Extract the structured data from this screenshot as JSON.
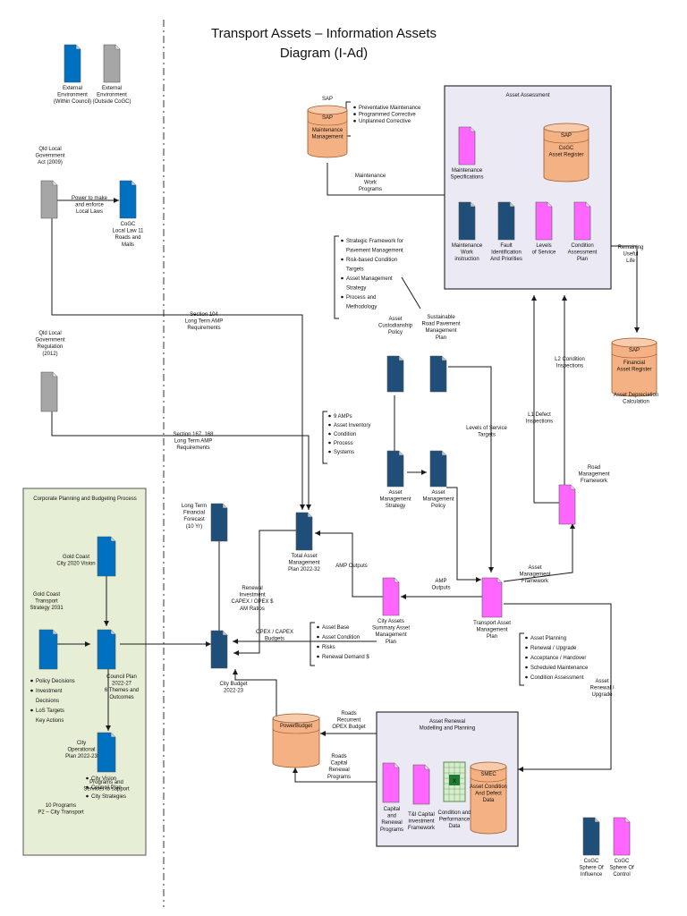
{
  "title": {
    "line1": "Transport Assets – Information Assets",
    "line2": "Diagram (I-Ad)"
  },
  "colors": {
    "blue": "#0070c0",
    "grey": "#a6a6a6",
    "pink": "#ff66ff",
    "navy": "#1f4e79",
    "orange": "#f4b183",
    "panel": "#ebe9f3",
    "green": "#e6efd6"
  },
  "panels": {
    "asset_assessment": "Asset Assessment",
    "corporate": "Corporate Planning and Budgeting Process",
    "asset_renewal": [
      "Asset Renewal",
      "Modelling and Planning"
    ]
  },
  "databases": {
    "sap_maint": {
      "head": "SAP",
      "body": [
        "Maintenance",
        "Management"
      ]
    },
    "sap_register": {
      "head": "SAP",
      "body": [
        "CoGC",
        "Asset Register"
      ]
    },
    "sap_financial": {
      "head": "SAP",
      "body": [
        "Financial",
        "Asset Register"
      ]
    },
    "powerbudget": {
      "head": "PowerBudget",
      "body": []
    },
    "smec": {
      "head": "SMEC",
      "body": [
        "Asset Condition",
        "And Defect",
        "Data"
      ]
    }
  },
  "documents": {
    "ext_within": [
      "External",
      "Environment",
      "(Within Council)"
    ],
    "ext_outside": [
      "External",
      "Environment",
      "(Outside CoGC)"
    ],
    "qld_act": [
      "Qld Local",
      "Government",
      "Act (2009)"
    ],
    "local_law": [
      "CoGC",
      "Local Law 11",
      "Roads and",
      "Malls"
    ],
    "qld_reg": [
      "Qld Local",
      "Government",
      "Regulation",
      "(2012)"
    ],
    "maint_spec": [
      "Maintenance",
      "Specifications"
    ],
    "maint_work": [
      "Maintenance",
      "Work",
      "instruction"
    ],
    "fault_id": [
      "Fault",
      "Identification",
      "And Priorities"
    ],
    "los": [
      "Levels",
      "of Service"
    ],
    "cond_plan": [
      "Condition",
      "Assessment",
      "Plan"
    ],
    "custodianship": [
      "Asset",
      "Custodianship",
      "Policy"
    ],
    "sustainable": [
      "Sustainable",
      "Road Pavement",
      "Management",
      "Plan"
    ],
    "am_strategy": [
      "Asset",
      "Management",
      "Strategy"
    ],
    "am_policy": [
      "Asset",
      "Management",
      "Policy"
    ],
    "road_framework": [
      "Road",
      "Management",
      "Framework"
    ],
    "ltff": [
      "Long Term",
      "Financial",
      "Forecast",
      "(10 Yr)"
    ],
    "tamp": [
      "Total Asset",
      "Management",
      "Plan 2022-32"
    ],
    "city_assets": [
      "City Assets",
      "Summary Asset",
      "Management",
      "Plan"
    ],
    "transport_amp": [
      "Transport Asset",
      "Management",
      "Plan"
    ],
    "city_budget": [
      "City Budget",
      "2022-23"
    ],
    "city_vision": [
      "Gold Coast",
      "City 2020 Vision"
    ],
    "transport_strategy": [
      "Gold Coast",
      "Transport",
      "Strategy 2031"
    ],
    "council_plan": [
      "Council Plan",
      "2022-27",
      "6 Themes and",
      "Outcomes"
    ],
    "city_op": [
      "City",
      "Operational",
      "Plan 2022-23"
    ],
    "capital_renewal": [
      "Capital",
      "and",
      "Renewal",
      "Programs"
    ],
    "ti_capital": [
      "T&I Capital",
      "investment",
      "Framework"
    ],
    "cond_perf": [
      "Condition and",
      "Performance",
      "Data"
    ],
    "sphere_influence": [
      "CoGC",
      "Sphere Of",
      "Influence"
    ],
    "sphere_control": [
      "CoGC",
      "Sphere Of",
      "Control"
    ]
  },
  "bullets": {
    "maintenance": [
      "Preventative Maintenance",
      "Programmed Corrective",
      "Unplanned Corrective"
    ],
    "strategic": [
      "Strategic Framework for",
      "Pavement Management",
      "Risk-based Condition",
      "Targets",
      "Asset Management",
      "Strategy",
      "Process and",
      "Methodology"
    ],
    "amps": [
      "9 AMPs",
      "Asset Inventory",
      "Condition",
      "Process",
      "Systems"
    ],
    "asset_base": [
      "Asset Base",
      "Asset Condition",
      "Risks",
      "Renewal Demand $"
    ],
    "asset_planning": [
      "Asset Planning",
      "Renewal / Upgrade",
      "Acceptance / Handover",
      "Scheduled Maintenance",
      "Condition Assessment"
    ],
    "policy": [
      "Policy Decisions",
      "Investment",
      "Decisions",
      "LoS Targets",
      "Key Actions"
    ],
    "programs": [
      "City Vision",
      "Council Plan",
      "City Strategies"
    ]
  },
  "labels": {
    "power": [
      "Power to make",
      "and enforce",
      "Local Laws"
    ],
    "section104": [
      "Section 104",
      "Long Term AMP",
      "Requirements"
    ],
    "section167": [
      "Section 167, 168",
      "Long Term AMP",
      "Requirements"
    ],
    "maint_programs": [
      "Maintenance",
      "Work",
      "Programs"
    ],
    "remaining": [
      "Remaining",
      "Useful",
      "Life"
    ],
    "depreciation": [
      "Asset Depreciation",
      "Calculation"
    ],
    "l2": [
      "L2 Condition",
      "Inspections"
    ],
    "l1": [
      "L1 Defect",
      "Inspections"
    ],
    "los_targets": [
      "Levels of Service",
      "Targets"
    ],
    "amp_outputs1": [
      "AMP Outputs"
    ],
    "amp_outputs2": [
      "AMP",
      "Outputs"
    ],
    "amf": [
      "Asset",
      "Management",
      "Framework"
    ],
    "renewal_inv": [
      "Renewal",
      "Investment",
      "CAPEX / OPEX $",
      "AM Ratios"
    ],
    "opex_capex": [
      "OPEX / CAPEX",
      "Budgets"
    ],
    "asset_renewal_upgrade": [
      "Asset",
      "Renewal /",
      "Upgrade"
    ],
    "roads_recurrent": [
      "Roads",
      "Recurrent",
      "OPEX Budget"
    ],
    "roads_capital": [
      "Roads",
      "Capital",
      "Renewal",
      "Programs"
    ],
    "programs_services": [
      "Programs and",
      "Services to support"
    ],
    "ten_programs": [
      "10 Programs",
      "P2 – City Transport"
    ]
  }
}
